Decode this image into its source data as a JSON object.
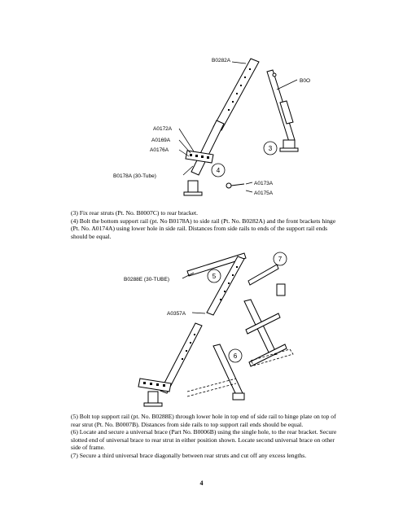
{
  "diagram_top": {
    "labels": {
      "side_rail": "B0282A",
      "rear_strut": "B0O",
      "hinge_a": "A0172A",
      "hinge_b": "A0169A",
      "hinge_c": "A0176A",
      "support_rail": "B0178A (30-Tube)",
      "bolt_a": "A0173A",
      "bolt_b": "A0175A"
    },
    "steps": {
      "three": "3",
      "four": "4"
    }
  },
  "instructions_top": [
    "(3) Fix rear struts (Pt. No. B0007C) to rear bracket.",
    "(4) Bolt the bottom support rail (pt. No B0178A) to side rail (Pt. No. B0282A) and the front brackets hinge (Pt. No. A0174A) using lower hole in side rail. Distances from side rails to ends of the support rail ends should be equal."
  ],
  "diagram_bottom": {
    "labels": {
      "top_rail": "B0288E (30-TUBE)",
      "brace": "A0357A"
    },
    "steps": {
      "five": "5",
      "six": "6",
      "seven": "7"
    }
  },
  "instructions_bottom": [
    "(5) Bolt top support rail (pt. No. B0288E) through lower hole in top end of side rail to hinge plate on top of rear strut (Pt. No. B0007B). Distances from side rails to top support rail ends should be equal.",
    "(6) Locate and secure a universal brace (Part No. B0006B) using the single hole, to the rear bracket. Secure slotted end of universal brace to rear strut in either position shown. Locate second universal brace on other side of frame.",
    "(7) Secure a third universal brace diagonally between rear struts and cut off any excess lengths."
  ],
  "page_number": "4"
}
